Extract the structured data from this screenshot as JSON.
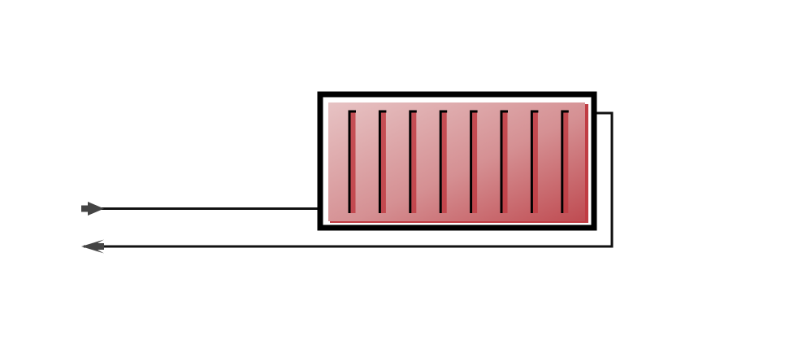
{
  "diagram": {
    "type": "radiator-pipe-schematic",
    "element": "radiator",
    "fin_count": 8,
    "flows": [
      {
        "name": "supply",
        "direction": "right"
      },
      {
        "name": "return",
        "direction": "left"
      }
    ]
  },
  "colors": {
    "stroke": "#000000",
    "pipe": "#111111",
    "arrow": "#444444",
    "fill_light": "#e7c3c4",
    "fill_mid": "#d59093",
    "fill_dark": "#bf4b51",
    "shadow": "#c03c43",
    "background": "#ffffff"
  },
  "icons": {
    "supply_arrow": "arrow-right-icon",
    "return_arrow": "arrow-left-icon"
  }
}
